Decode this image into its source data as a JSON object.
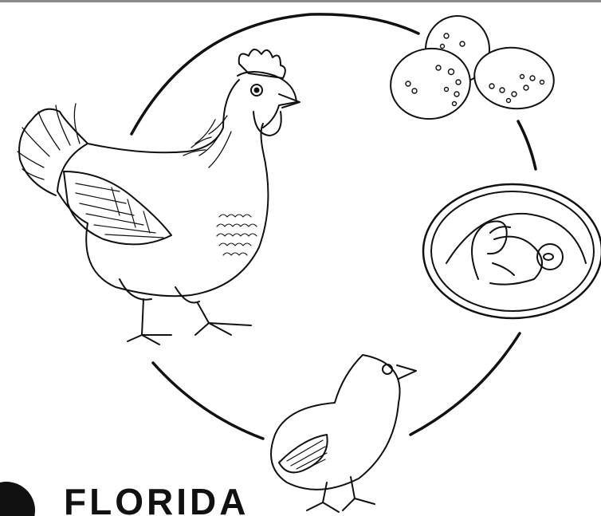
{
  "diagram": {
    "type": "life-cycle",
    "stages": [
      {
        "id": "hen",
        "icon": "hen-illustration"
      },
      {
        "id": "eggs",
        "icon": "eggs-illustration"
      },
      {
        "id": "embryo",
        "icon": "embryo-in-egg-illustration"
      },
      {
        "id": "chick",
        "icon": "chick-illustration"
      }
    ]
  },
  "branding": {
    "text": "FLORIDA",
    "badge_icon": "circle-badge-icon",
    "color": "#111111"
  },
  "colors": {
    "ink": "#111111",
    "background": "#ffffff",
    "top_rule": "#8a8a8a"
  }
}
